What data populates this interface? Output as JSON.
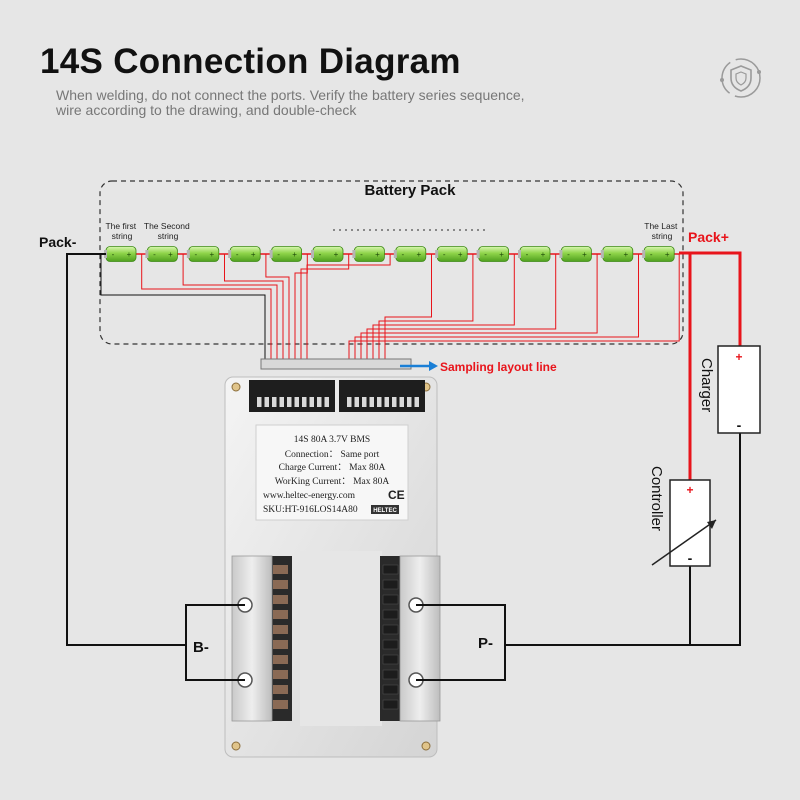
{
  "header": {
    "title": "14S Connection Diagram",
    "subtitle_line1": "When welding, do not connect the ports. Verify the battery series sequence,",
    "subtitle_line2": "wire according to the drawing, and double-check"
  },
  "battery_pack": {
    "title": "Battery Pack",
    "cell_count": 14,
    "first_label": [
      "The first",
      "string"
    ],
    "second_label": [
      "The Second",
      "string"
    ],
    "last_label": [
      "The Last",
      "string"
    ]
  },
  "terminals": {
    "pack_neg": "Pack-",
    "pack_pos": "Pack+",
    "b_neg": "B-",
    "p_neg": "P-"
  },
  "sampling_label": "Sampling layout line",
  "bms_label": {
    "line1": "14S 80A 3.7V BMS",
    "line2": "Connection： Same port",
    "line3": "Charge Current： Max 80A",
    "line4": "WorKing Current： Max 80A",
    "line5": "www.heltec-energy.com",
    "line6": "SKU:HT-916LOS14A80",
    "ce": "CE",
    "brand": "HELTEC"
  },
  "charger": {
    "label": "Charger",
    "plus": "+",
    "minus": "-"
  },
  "controller": {
    "label": "Controller",
    "plus": "+",
    "minus": "-"
  },
  "cell_signs": {
    "plus": "+",
    "minus": "-"
  },
  "colors": {
    "background": "#e6e6e6",
    "positive_wire": "#e8141b",
    "negative_wire": "#111111",
    "cell_green": "#8fd44a",
    "sampling_arrow": "#1a7fd6",
    "sampling_text": "#e8141b"
  },
  "icons": {
    "logo": "shield-check-icon"
  }
}
